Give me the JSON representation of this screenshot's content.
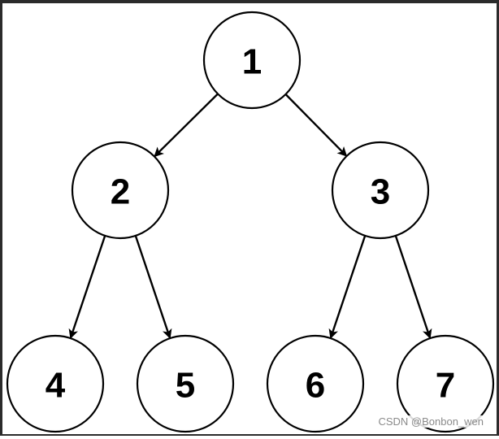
{
  "tree": {
    "nodes": [
      {
        "id": "1",
        "label": "1"
      },
      {
        "id": "2",
        "label": "2"
      },
      {
        "id": "3",
        "label": "3"
      },
      {
        "id": "4",
        "label": "4"
      },
      {
        "id": "5",
        "label": "5"
      },
      {
        "id": "6",
        "label": "6"
      },
      {
        "id": "7",
        "label": "7"
      }
    ],
    "edges": [
      {
        "from": "1",
        "to": "2"
      },
      {
        "from": "1",
        "to": "3"
      },
      {
        "from": "2",
        "to": "4"
      },
      {
        "from": "2",
        "to": "5"
      },
      {
        "from": "3",
        "to": "6"
      },
      {
        "from": "3",
        "to": "7"
      }
    ]
  },
  "watermark": {
    "text": "CSDN @Bonbon_wen"
  },
  "colors": {
    "stroke": "#000000",
    "background": "#ffffff",
    "watermark": "#8a8a8a"
  }
}
